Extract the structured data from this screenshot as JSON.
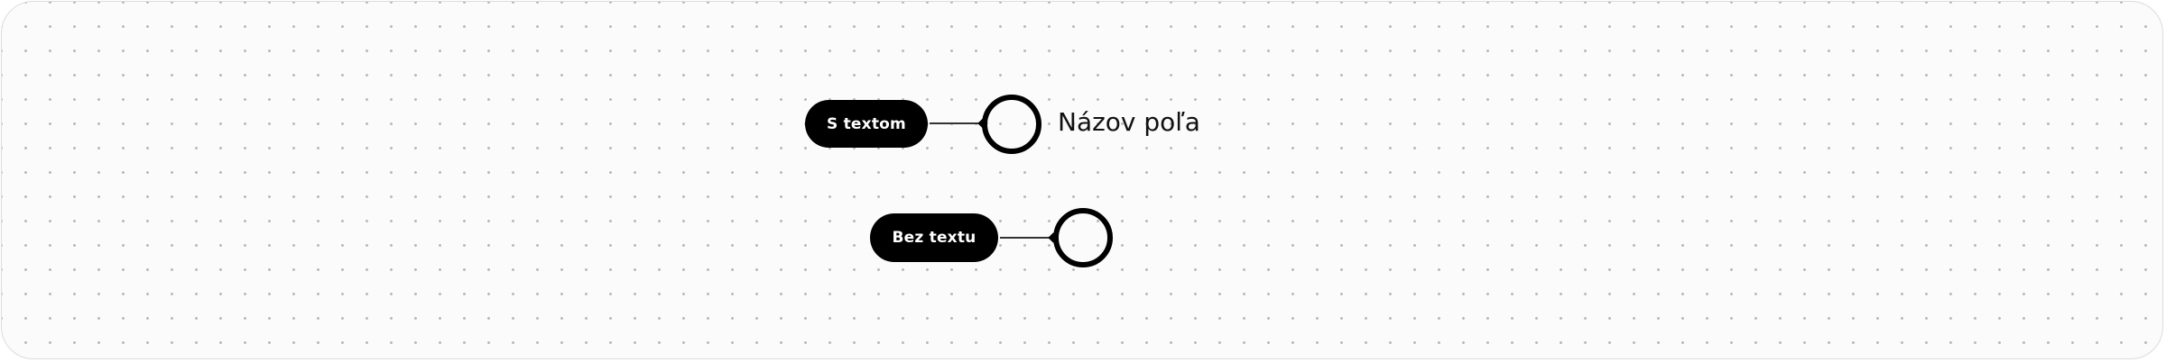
{
  "diagram": {
    "rows": [
      {
        "button_label": "S textom",
        "field_label": "Názov poľa",
        "has_label": true
      },
      {
        "button_label": "Bez textu",
        "field_label": "",
        "has_label": false
      }
    ]
  },
  "colors": {
    "pill_bg": "#000000",
    "pill_text": "#ffffff",
    "ring": "#000000",
    "connector": "#333333",
    "canvas_bg": "#fbfbfb",
    "grid_dot": "#b8b8b8",
    "border": "#dcdcdc"
  }
}
